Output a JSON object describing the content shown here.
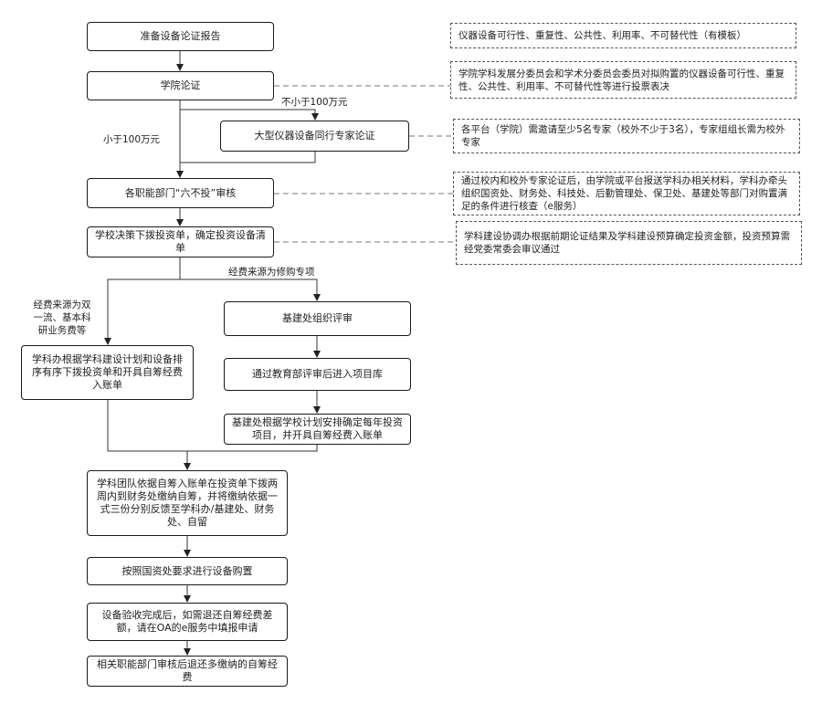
{
  "steps": {
    "s1": "准备设备论证报告",
    "s2": "学院论证",
    "s3": "大型仪器设备同行专家论证",
    "s4": "各职能部门“六不投”审核",
    "s5": "学校决策下拨投资单，确定投资设备清单",
    "s6": "学科办根据学科建设计划和设备排序有序下拨投资单和开具自筹经费入账单",
    "s7": "基建处组织评审",
    "s8": "通过教育部评审后进入项目库",
    "s9": "基建处根据学校计划安排确定每年投资项目，并开具自筹经费入账单",
    "s10": "学科团队依据自筹入账单在投资单下拨两周内到财务处缴纳自筹，并将缴纳依据一式三份分别反馈至学科办/基建处、财务处、自留",
    "s11": "按照国资处要求进行设备购置",
    "s12": "设备验收完成后，如需退还自筹经费差额，请在OA的e服务中填报申请",
    "s13": "相关职能部门审核后退还多缴纳的自筹经费"
  },
  "labels": {
    "ge100": "不小于100万元",
    "lt100": "小于100万元",
    "xiugou": "经费来源为修购专项",
    "shuangyiliu": "经费来源为双一流、基本科研业务费等"
  },
  "notes": {
    "n1": "仪器设备可行性、重复性、公共性、利用率、不可替代性（有模板）",
    "n2": "学院学科发展分委员会和学术分委员会委员对拟购置的仪器设备可行性、重复性、公共性、利用率、不可替代性等进行投票表决",
    "n3": "各平台（学院）需邀请至少5名专家（校外不少于3名），专家组组长需为校外专家",
    "n4": "通过校内和校外专家论证后，由学院或平台报送学科办相关材料，学科办牵头组织国资处、财务处、科技处、后勤管理处、保卫处、基建处等部门对购置满足的条件进行核查（e服务）",
    "n5": "学科建设协调办根据前期论证结果及学科建设预算确定投资金额，投资预算需经党委常委会审议通过"
  }
}
